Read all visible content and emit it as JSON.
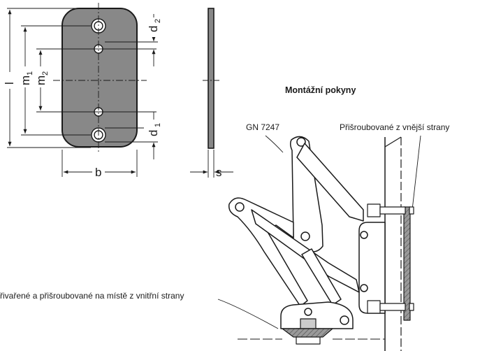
{
  "title": "Montážní pokyny",
  "labels": {
    "part_number": "GN 7247",
    "outer_mount": "Přišroubované z vnější strany",
    "inner_mount": "řivařené a přišroubované na místě z vnitřní strany"
  },
  "dimensions": {
    "l": "l",
    "m1": "m",
    "m1_sub": "1",
    "m2": "m",
    "m2_sub": "2",
    "d1": "d",
    "d1_sub": "1",
    "d2": "d",
    "d2_sub": "2",
    "b": "b",
    "s": "s"
  },
  "colors": {
    "plate": "#888888",
    "line": "#1a1a1a",
    "hatch": "#6e6e6e"
  }
}
